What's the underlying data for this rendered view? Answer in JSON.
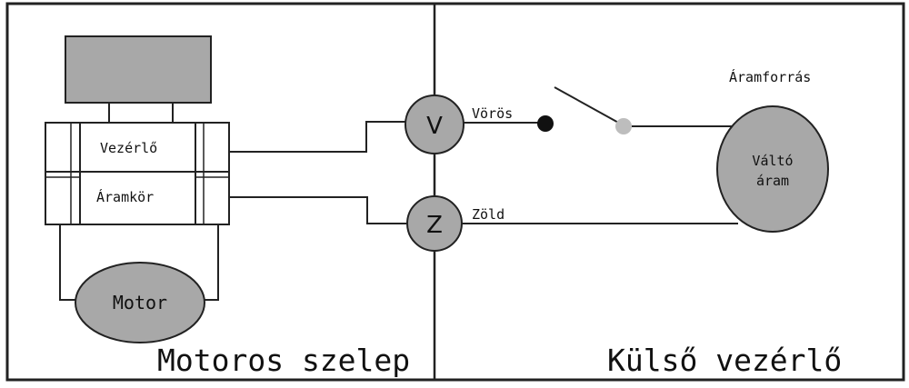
{
  "panels": {
    "left_title": "Motoros szelep",
    "right_title": "Külső vezérlő"
  },
  "valve": {
    "box_label_top": "Vezérlő",
    "box_label_bottom": "Áramkör",
    "motor_label": "Motor"
  },
  "terminals": {
    "v_symbol": "V",
    "z_symbol": "Z"
  },
  "wires": {
    "red_label": "Vörös",
    "green_label": "Zöld"
  },
  "power": {
    "heading": "Áramforrás",
    "source_line1": "Váltó",
    "source_line2": "áram"
  },
  "colors": {
    "fill_grey": "#a8a8a8",
    "line": "#222222",
    "switch_dot_dark": "#111111",
    "switch_dot_light": "#bdbdbd"
  }
}
